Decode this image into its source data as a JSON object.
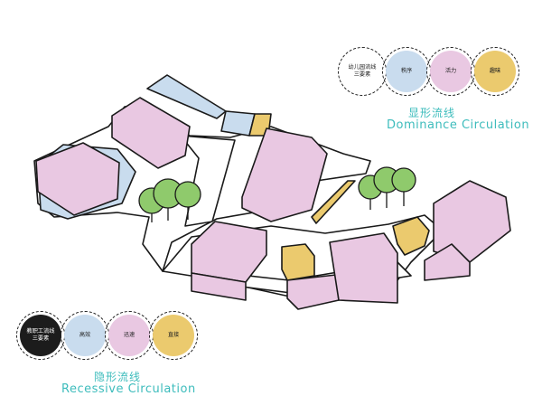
{
  "colors": {
    "pink": "#e9c8e2",
    "blue": "#c9dcee",
    "yellow": "#ebca6e",
    "green": "#8fca6c",
    "dark": "#1c1c1c",
    "accent_text": "#3dbcbc",
    "outline": "#1a1a1a"
  },
  "dominance": {
    "title_cn": "显形流线",
    "title_en": "Dominance Circulation",
    "items": [
      {
        "label": "幼儿园流线\n三要素",
        "color": "#ffffff"
      },
      {
        "label": "秩序",
        "color": "#c9dcee"
      },
      {
        "label": "活力",
        "color": "#e9c8e2"
      },
      {
        "label": "趣味",
        "color": "#ebca6e"
      }
    ]
  },
  "recessive": {
    "title_cn": "隐形流线",
    "title_en": "Recessive Circulation",
    "items": [
      {
        "label": "教职工流线\n三要素",
        "color": "#1c1c1c"
      },
      {
        "label": "高效",
        "color": "#c9dcee"
      },
      {
        "label": "迅速",
        "color": "#e9c8e2"
      },
      {
        "label": "直接",
        "color": "#ebca6e"
      }
    ]
  }
}
